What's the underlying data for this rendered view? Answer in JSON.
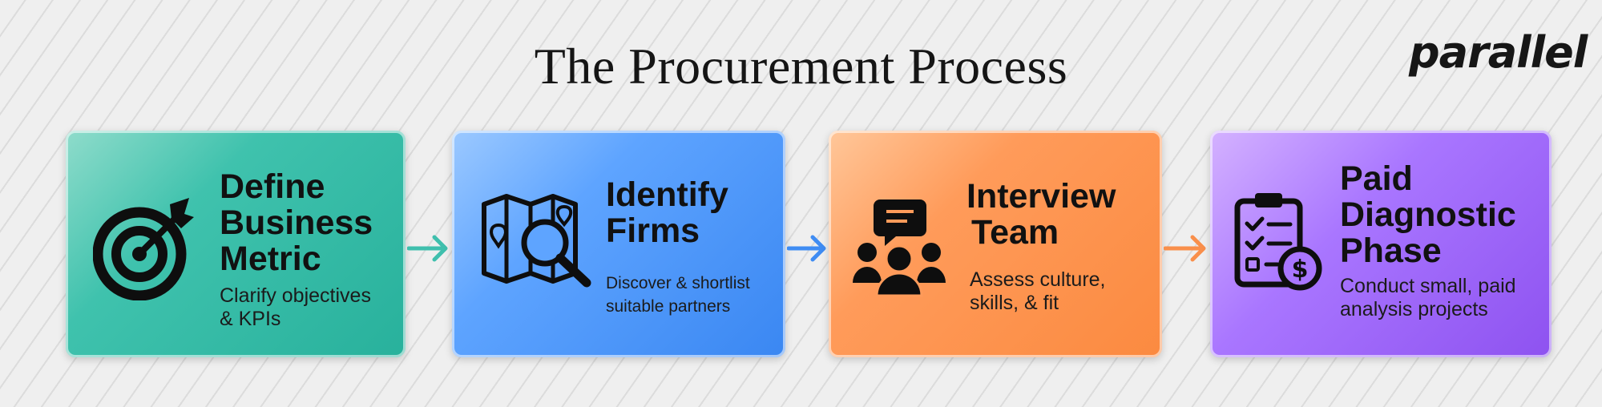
{
  "title": "The Procurement Process",
  "logo": "parallel",
  "steps": [
    {
      "heading": [
        "Define",
        "Business",
        "Metric"
      ],
      "description": [
        "Clarify objectives",
        "& KPIs"
      ],
      "icon": "target-icon",
      "color": "#2fb8a2"
    },
    {
      "heading": [
        "Identify",
        "Firms"
      ],
      "description": [
        "Discover & shortlist",
        "suitable partners"
      ],
      "icon": "map-search-icon",
      "color": "#3d8af5"
    },
    {
      "heading": [
        "Interview",
        "Team"
      ],
      "description": [
        "Assess culture,",
        "skills, & fit"
      ],
      "icon": "team-chat-icon",
      "color": "#fd8f48"
    },
    {
      "heading": [
        "Paid",
        "Diagnostic",
        "Phase"
      ],
      "description": [
        "Conduct small, paid",
        "analysis projects"
      ],
      "icon": "checklist-dollar-icon",
      "color": "#9559f3"
    }
  ],
  "arrow_colors": [
    "#3fbfad",
    "#3f8cf3",
    "#f98f4b"
  ]
}
